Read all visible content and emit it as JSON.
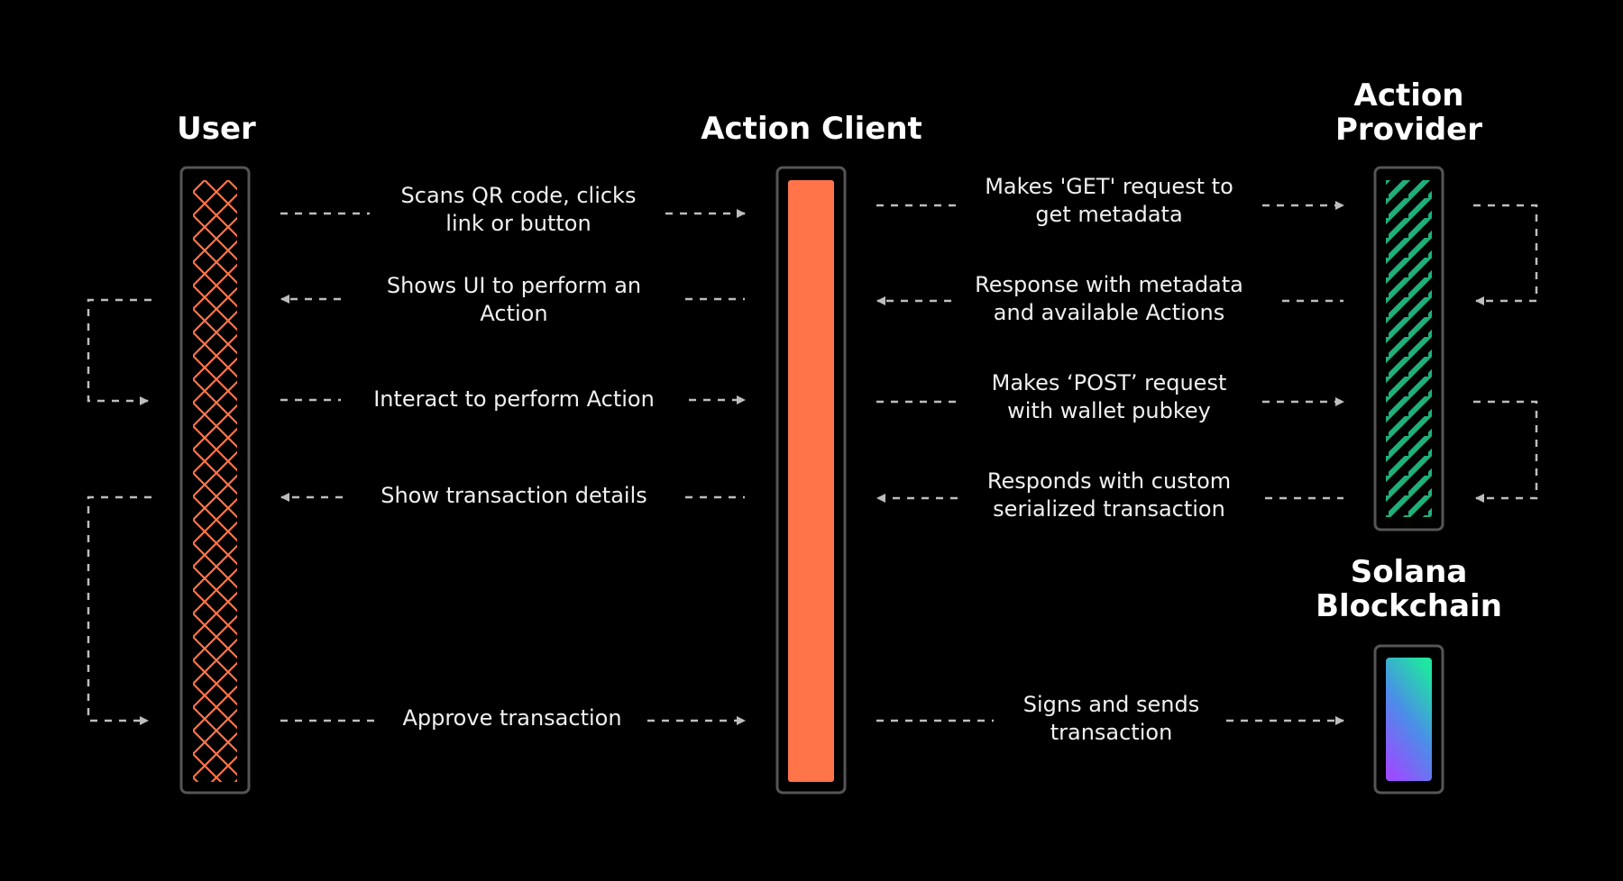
{
  "columns": {
    "user": "User",
    "client": "Action Client",
    "provider_line1": "Action",
    "provider_line2": "Provider",
    "solana_line1": "Solana",
    "solana_line2": "Blockchain"
  },
  "steps": {
    "scan_1": "Scans QR code, clicks",
    "scan_2": "link or button",
    "shows_ui_1": "Shows UI to perform an",
    "shows_ui_2": "Action",
    "interact": "Interact to perform Action",
    "show_tx": "Show transaction details",
    "approve": "Approve transaction",
    "get_1": "Makes 'GET' request to",
    "get_2": "get metadata",
    "resp_1": "Response with metadata",
    "resp_2": "and available Actions",
    "post_1": "Makes ‘POST’ request",
    "post_2": "with wallet pubkey",
    "respond_tx_1": "Responds with custom",
    "respond_tx_2": "serialized transaction",
    "signs_1": "Signs and sends",
    "signs_2": "transaction"
  },
  "colors": {
    "background": "#000000",
    "user_pattern": "#ff7448",
    "client_bar": "#ff7448",
    "provider_stripes": "#1fb07a",
    "solana_gradient_top": "#1ee6a0",
    "solana_gradient_bottom": "#9a4dff",
    "arrow": "#bdbdbd",
    "frame": "#555555"
  }
}
